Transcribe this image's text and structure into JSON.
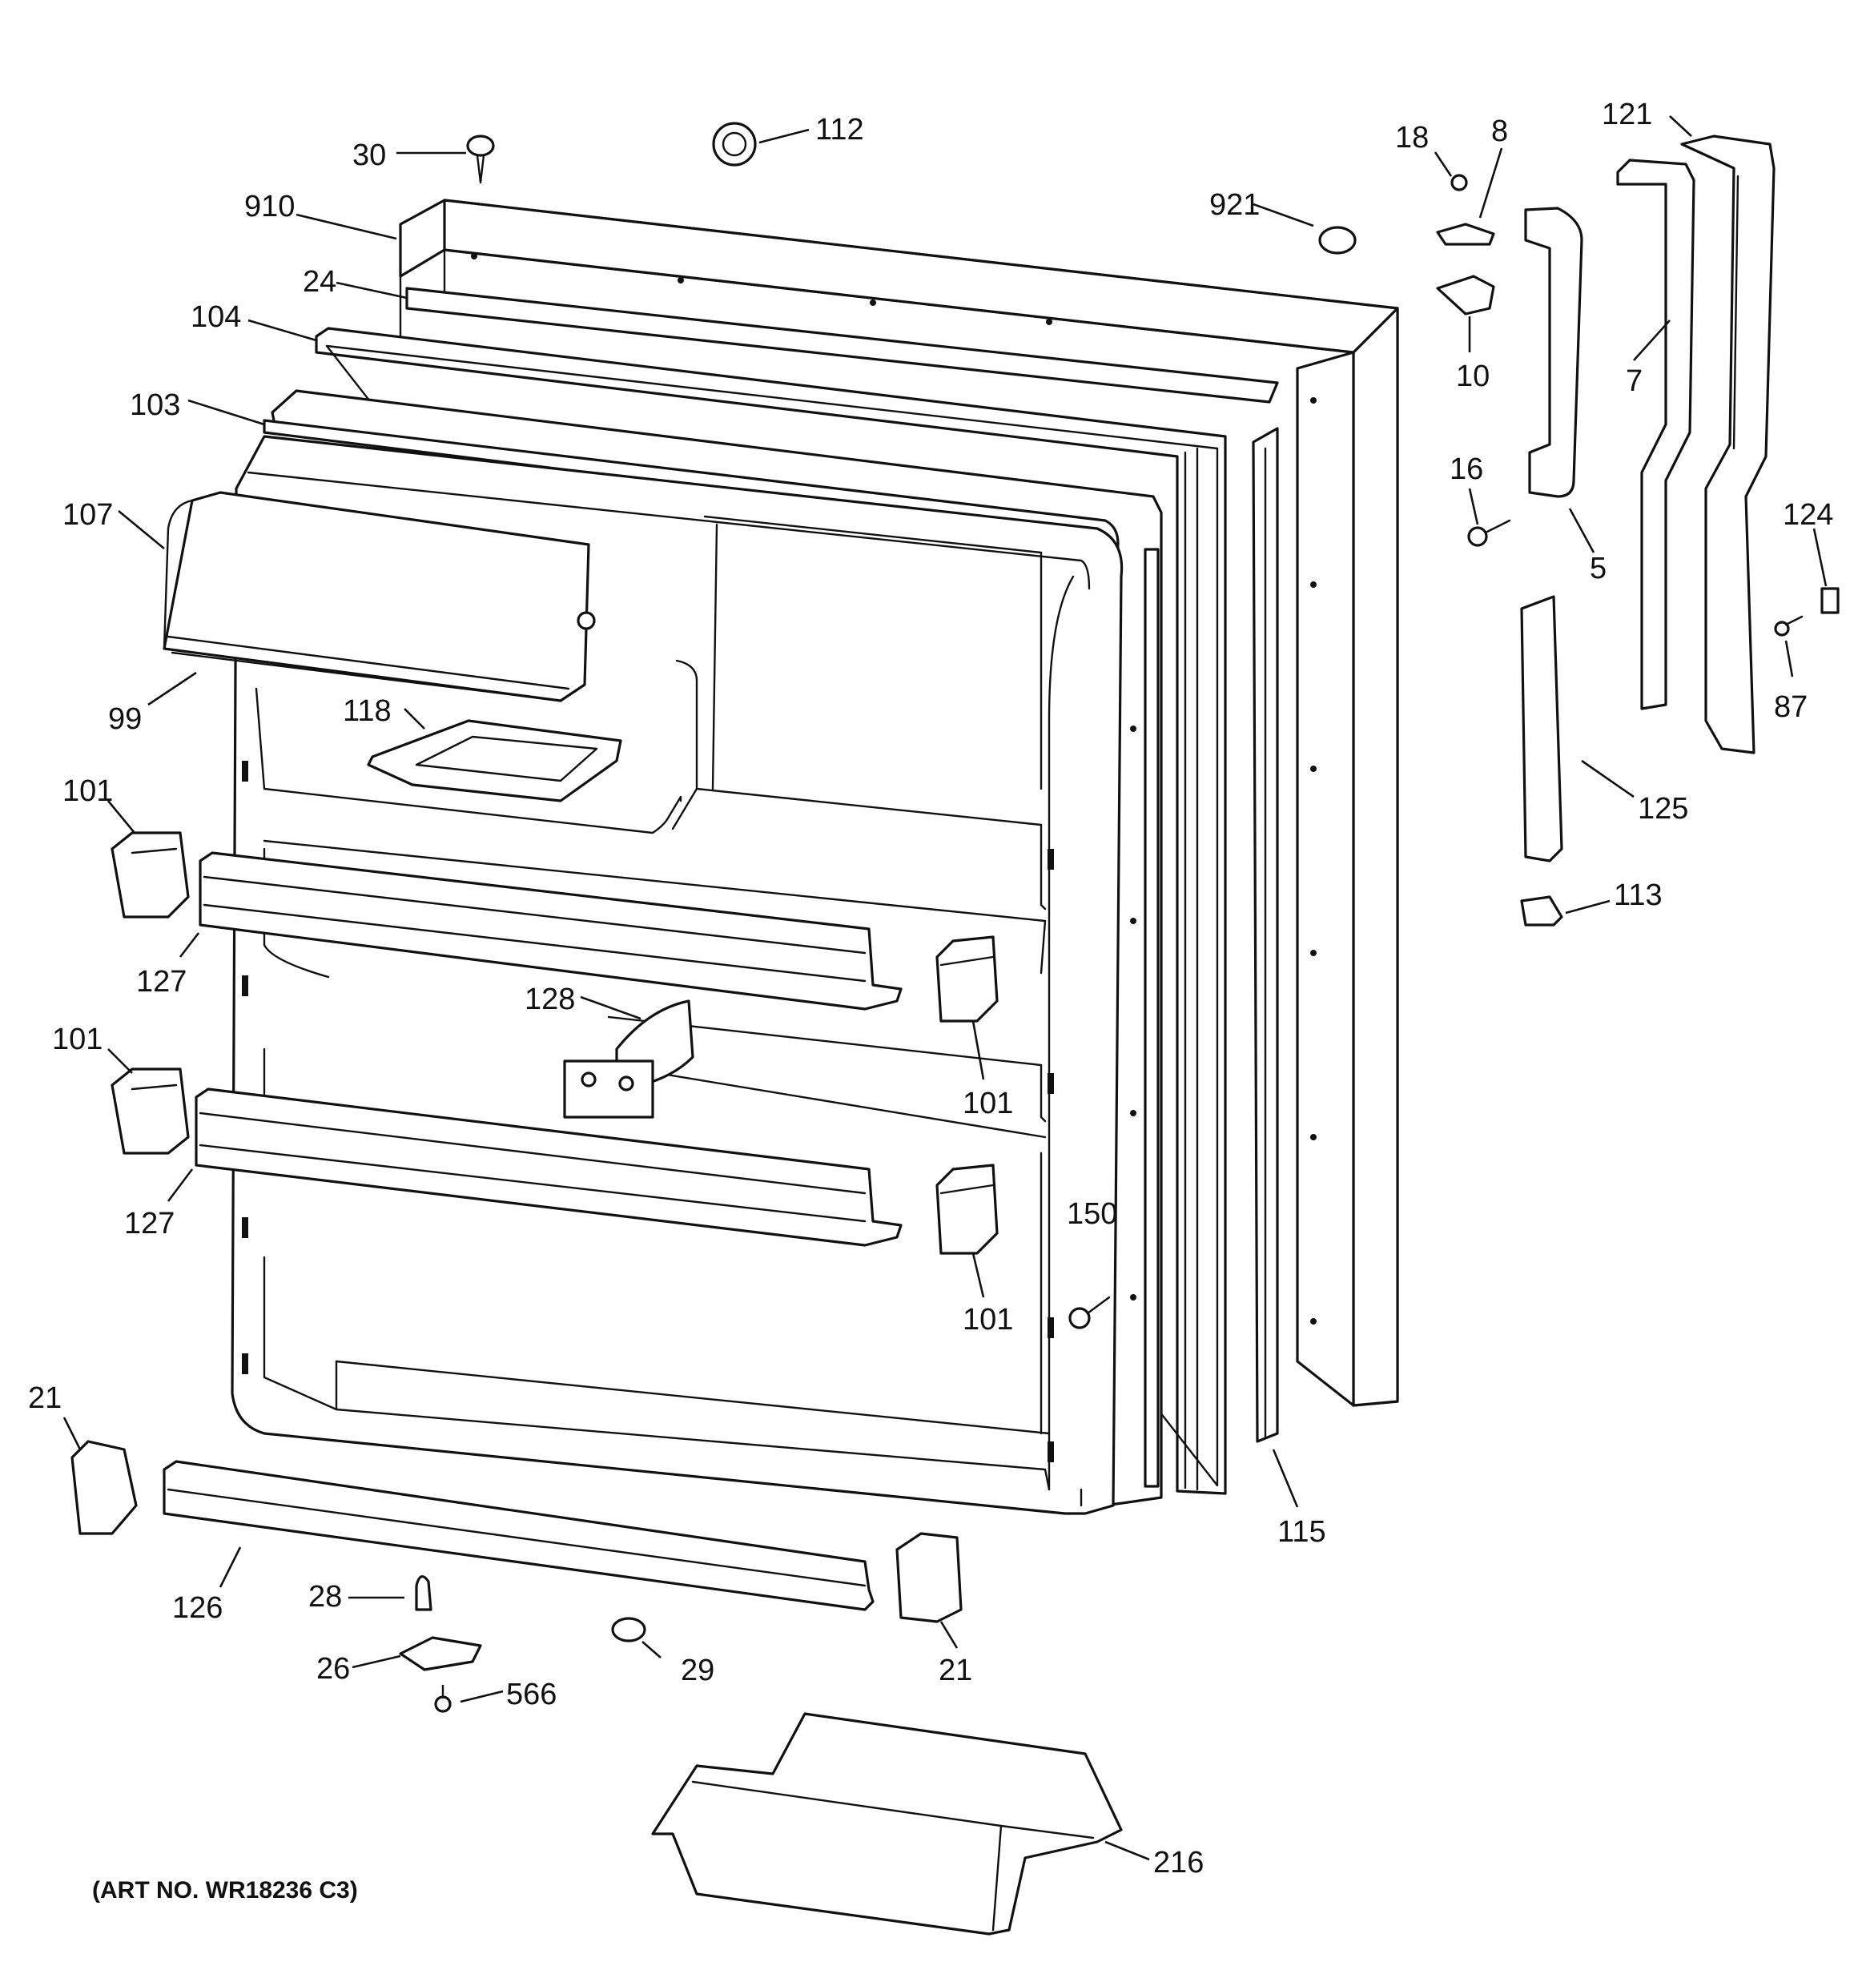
{
  "labels": {
    "p30": "30",
    "p112": "112",
    "p910": "910",
    "p24": "24",
    "p104": "104",
    "p103": "103",
    "p107": "107",
    "p99": "99",
    "p118": "118",
    "p101a": "101",
    "p101b": "101",
    "p101c": "101",
    "p101d": "101",
    "p127a": "127",
    "p127b": "127",
    "p128": "128",
    "p150": "150",
    "p21a": "21",
    "p21b": "21",
    "p126": "126",
    "p28": "28",
    "p26": "26",
    "p566": "566",
    "p29": "29",
    "p216": "216",
    "p115": "115",
    "p921": "921",
    "p18": "18",
    "p8": "8",
    "p10": "10",
    "p16": "16",
    "p5": "5",
    "p121": "121",
    "p7": "7",
    "p124": "124",
    "p87": "87",
    "p125": "125",
    "p113": "113"
  },
  "art_number": "(ART NO. WR18236 C3)",
  "parts": {
    "door_outer": "door-outer-panel",
    "door_inner": "door-inner-liner",
    "gasket": "door-gasket",
    "handle_bracket": "handle-bracket",
    "handle": "door-handle",
    "bin": "door-bin"
  }
}
